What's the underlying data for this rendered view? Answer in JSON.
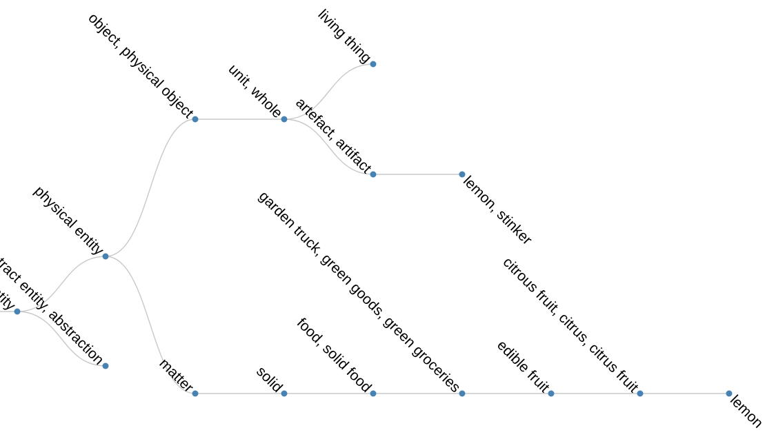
{
  "tree": {
    "nodes": [
      {
        "id": "root",
        "label": "entity",
        "parent": null,
        "label_side": "left"
      },
      {
        "id": "abstract",
        "label": "abstract entity, abstraction",
        "parent": "root",
        "label_side": "left"
      },
      {
        "id": "physical",
        "label": "physical entity",
        "parent": "root",
        "label_side": "left"
      },
      {
        "id": "object",
        "label": "object, physical object",
        "parent": "physical",
        "label_side": "left"
      },
      {
        "id": "matter",
        "label": "matter",
        "parent": "physical",
        "label_side": "left"
      },
      {
        "id": "unit",
        "label": "unit, whole",
        "parent": "object",
        "label_side": "left"
      },
      {
        "id": "organism",
        "label": "living thing",
        "parent": "unit",
        "label_side": "left"
      },
      {
        "id": "artifact",
        "label": "artefact, artifact",
        "parent": "unit",
        "label_side": "left"
      },
      {
        "id": "lemon_stinker",
        "label": "lemon, stinker",
        "parent": "artifact",
        "label_side": "right"
      },
      {
        "id": "solid",
        "label": "solid",
        "parent": "matter",
        "label_side": "left"
      },
      {
        "id": "food",
        "label": "food, solid food",
        "parent": "solid",
        "label_side": "left"
      },
      {
        "id": "garden",
        "label": "garden truck, green goods, green groceries",
        "parent": "food",
        "label_side": "left"
      },
      {
        "id": "edible",
        "label": "edible fruit",
        "parent": "garden",
        "label_side": "left"
      },
      {
        "id": "citrus",
        "label": "citrous fruit, citrus, citrus fruit",
        "parent": "edible",
        "label_side": "left"
      },
      {
        "id": "lemon",
        "label": "lemon",
        "parent": "citrus",
        "label_side": "right"
      }
    ]
  }
}
